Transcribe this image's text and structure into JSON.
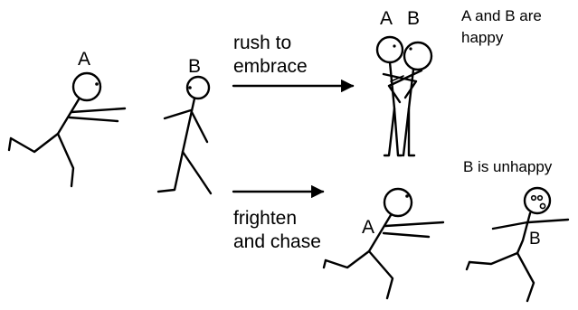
{
  "figure_a_label": "A",
  "figure_b_label": "B",
  "arrow_top_label": [
    "rush to",
    "embrace"
  ],
  "arrow_bottom_label": [
    "frighten",
    "and chase"
  ],
  "embrace_labels": [
    "A",
    "B"
  ],
  "embrace_caption": [
    "A and B are",
    "happy"
  ],
  "chaser_label": "A",
  "chased_label": "B",
  "unhappy_caption": "B is unhappy"
}
